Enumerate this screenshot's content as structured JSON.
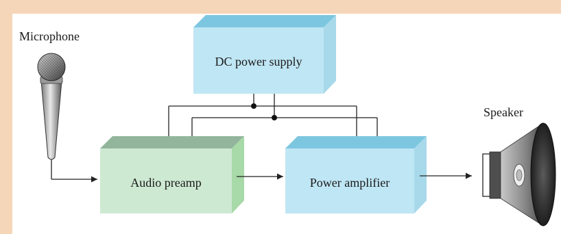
{
  "diagram": {
    "background_color": "#f6d6b8",
    "panel_color": "#ffffff",
    "blocks": {
      "dc_power_supply": {
        "label": "DC power supply",
        "color": "#bfe6f4"
      },
      "audio_preamp": {
        "label": "Audio preamp",
        "color": "#cde9d2"
      },
      "power_amplifier": {
        "label": "Power amplifier",
        "color": "#bfe6f4"
      }
    },
    "components": {
      "microphone": {
        "label": "Microphone",
        "icon": "microphone-icon"
      },
      "speaker": {
        "label": "Speaker",
        "icon": "speaker-icon"
      }
    }
  }
}
